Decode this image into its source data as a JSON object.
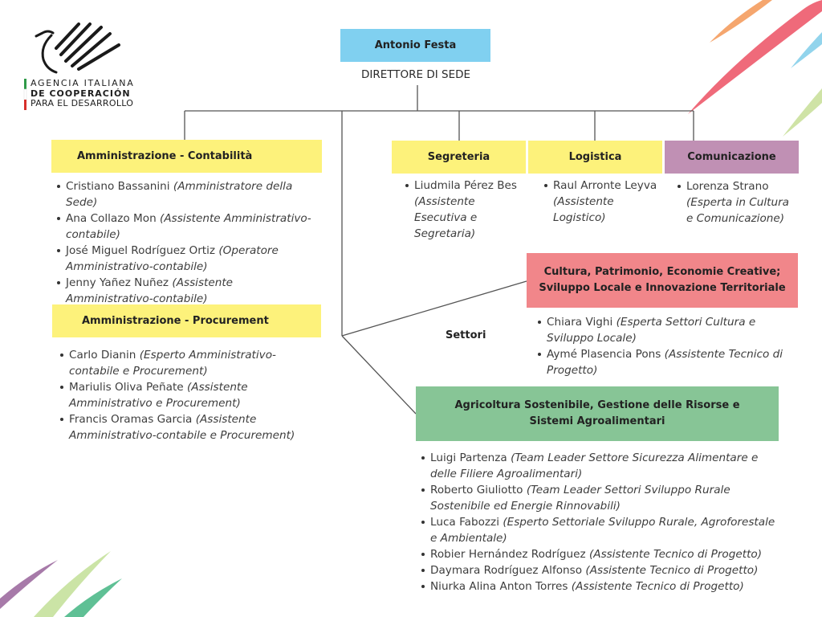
{
  "logo": {
    "lines": [
      "AGENCIA ITALIANA",
      "DE COOPERACIÓN",
      "PARA EL DESARROLLO"
    ],
    "flag_colors": {
      "green": "#2f9a48",
      "white": "#ffffff",
      "red": "#d7302c"
    }
  },
  "director": {
    "name": "Antonio Festa",
    "title": "DIRETTORE DI SEDE",
    "color": "#80d0f0"
  },
  "units": {
    "contabilita": {
      "title": "Amministrazione - Contabilità",
      "color": "#fdf27b",
      "members": [
        {
          "name": "Cristiano Bassanini",
          "role": "(Amministratore della Sede)"
        },
        {
          "name": "Ana Collazo Mon",
          "role": "(Assistente Amministrativo-contabile)"
        },
        {
          "name": "José Miguel Rodríguez Ortiz",
          "role": "(Operatore Amministrativo-contabile)"
        },
        {
          "name": "Jenny Yañez Nuñez",
          "role": "(Assistente Amministrativo-contabile)"
        }
      ]
    },
    "procurement": {
      "title": "Amministrazione - Procurement",
      "color": "#fdf27b",
      "members": [
        {
          "name": "Carlo Dianin",
          "role": "(Esperto Amministrativo-contabile e Procurement)"
        },
        {
          "name": "Mariulis Oliva Peñate",
          "role": "(Assistente Amministrativo e Procurement)"
        },
        {
          "name": "Francis Oramas Garcia",
          "role": "(Assistente Amministrativo-contabile e Procurement)"
        }
      ]
    },
    "segreteria": {
      "title": "Segreteria",
      "color": "#fdf27b",
      "members": [
        {
          "name": "Liudmila Pérez Bes",
          "role": "(Assistente Esecutiva e Segretaria)"
        }
      ]
    },
    "logistica": {
      "title": "Logistica",
      "color": "#fdf27b",
      "members": [
        {
          "name": "Raul Arronte Leyva",
          "role": "(Assistente Logistico)"
        }
      ]
    },
    "comunicazione": {
      "title": "Comunicazione",
      "color": "#c090b4",
      "members": [
        {
          "name": "Lorenza Strano",
          "role": "(Esperta in Cultura e Comunicazione)"
        }
      ]
    }
  },
  "settori": {
    "label": "Settori",
    "cultura": {
      "title": "Cultura, Patrimonio, Economie Creative;\nSviluppo Locale e Innovazione Territoriale",
      "color": "#f1868a",
      "members": [
        {
          "name": "Chiara Vighi",
          "role": "(Esperta Settori Cultura e Sviluppo Locale)"
        },
        {
          "name": "Aymé Plasencia Pons",
          "role": "(Assistente Tecnico di Progetto)"
        }
      ]
    },
    "agricoltura": {
      "title": "Agricoltura Sostenibile, Gestione delle Risorse e\nSistemi Agroalimentari",
      "color": "#87c596",
      "members": [
        {
          "name": "Luigi Partenza",
          "role": "(Team Leader Settore Sicurezza Alimentare e delle Filiere Agroalimentari)"
        },
        {
          "name": "Roberto Giuliotto",
          "role": "(Team Leader Settori Sviluppo Rurale Sostenibile ed Energie Rinnovabili)"
        },
        {
          "name": "Luca Fabozzi",
          "role": "(Esperto Settoriale Sviluppo Rurale, Agroforestale e Ambientale)"
        },
        {
          "name": "Robier Hernández Rodríguez",
          "role": "(Assistente Tecnico di Progetto)"
        },
        {
          "name": "Daymara Rodríguez Alfonso",
          "role": "(Assistente Tecnico di Progetto)"
        },
        {
          "name": "Niurka Alina Anton Torres",
          "role": "(Assistente Tecnico di Progetto)"
        }
      ]
    }
  }
}
